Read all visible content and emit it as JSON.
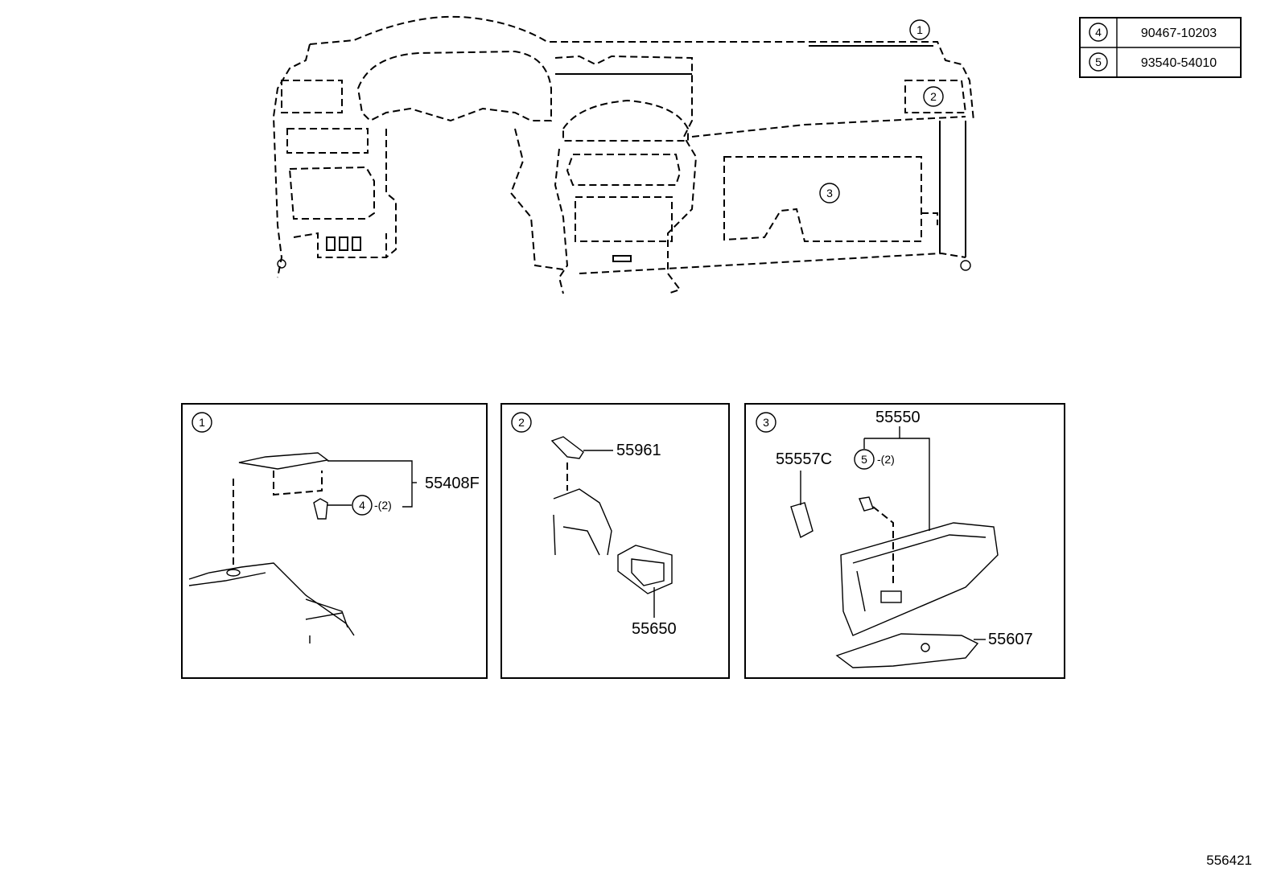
{
  "parts_table": [
    {
      "key": "4",
      "part_no": "90467-10203"
    },
    {
      "key": "5",
      "part_no": "93540-54010"
    }
  ],
  "overview_callouts": [
    "1",
    "2",
    "3"
  ],
  "panels": [
    {
      "number": "1",
      "labels": {
        "main": "55408F",
        "fastener_ref": "4",
        "qty": "-(2)"
      }
    },
    {
      "number": "2",
      "labels": {
        "upper": "55961",
        "lower": "55650"
      }
    },
    {
      "number": "3",
      "labels": {
        "assembly": "55550",
        "damper": "55557C",
        "screw_ref": "5",
        "qty": "-(2)",
        "door": "55607"
      }
    }
  ],
  "diagram_id": "556421"
}
